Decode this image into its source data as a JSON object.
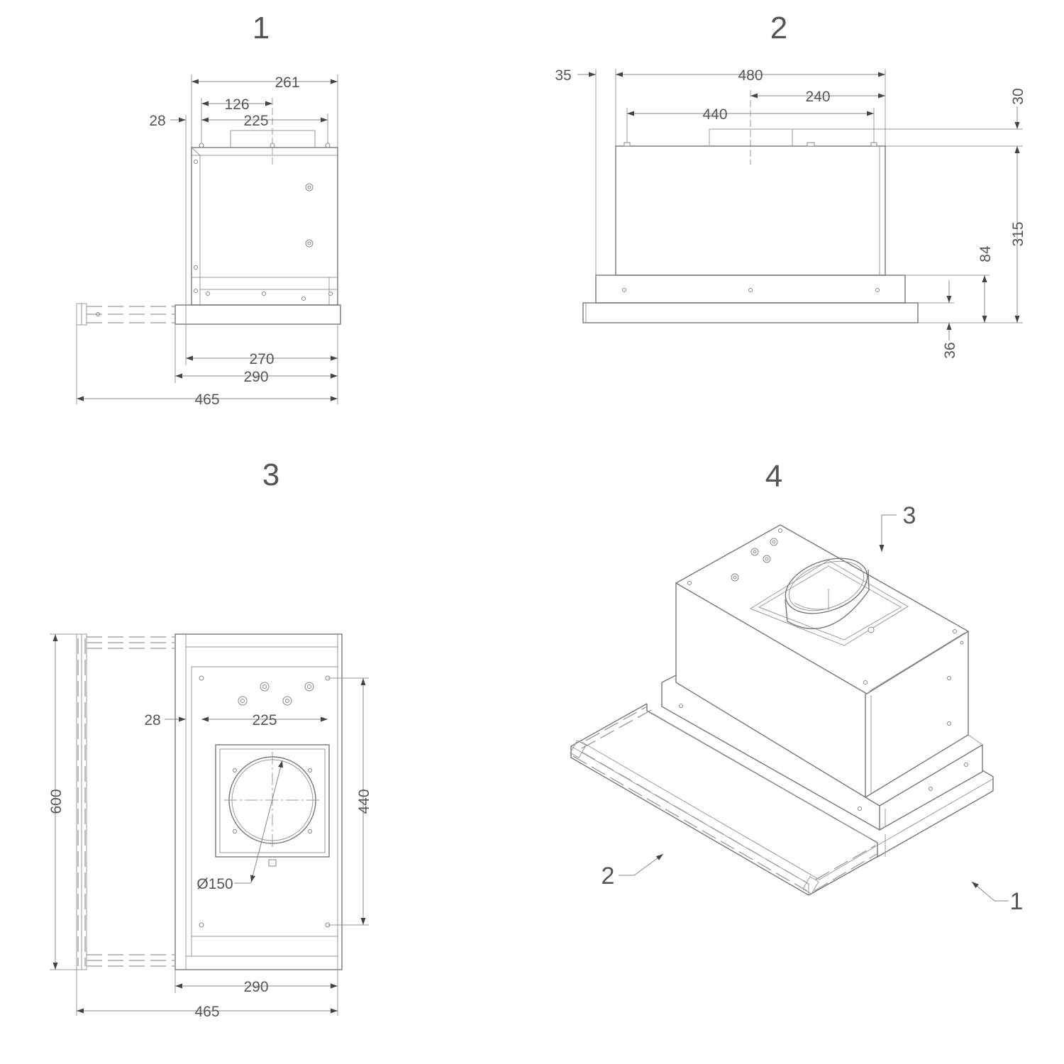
{
  "views": [
    {
      "title": "1",
      "dims": [
        "261",
        "126",
        "225",
        "28",
        "270",
        "290",
        "465"
      ]
    },
    {
      "title": "2",
      "dims": [
        "35",
        "480",
        "240",
        "440",
        "30",
        "315",
        "84",
        "36"
      ]
    },
    {
      "title": "3",
      "dims": [
        "28",
        "225",
        "600",
        "440",
        "Ø150",
        "290",
        "465"
      ]
    },
    {
      "title": "4",
      "callouts": [
        "3",
        "2",
        "1"
      ]
    }
  ]
}
